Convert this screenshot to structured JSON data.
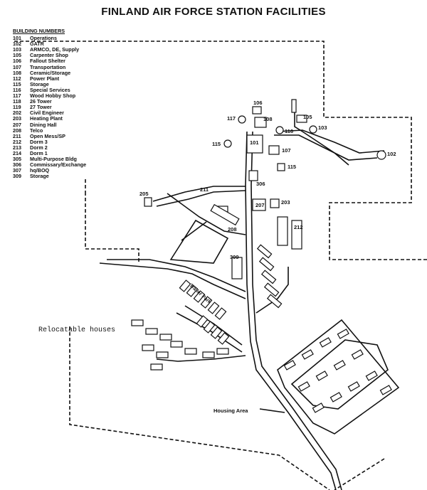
{
  "title": "FINLAND AIR FORCE STATION FACILITIES",
  "legend": {
    "heading": "BUILDING NUMBERS",
    "items": [
      {
        "num": "101",
        "name": "Operations"
      },
      {
        "num": "102",
        "name": "GATR"
      },
      {
        "num": "103",
        "name": "ARMCO, DE, Supply"
      },
      {
        "num": "105",
        "name": "Carpenter Shop"
      },
      {
        "num": "106",
        "name": "Fallout Shelter"
      },
      {
        "num": "107",
        "name": "Transportation"
      },
      {
        "num": "108",
        "name": "Ceramic/Storage"
      },
      {
        "num": "112",
        "name": "Power Plant"
      },
      {
        "num": "115",
        "name": "Storage"
      },
      {
        "num": "116",
        "name": "Special Services"
      },
      {
        "num": "117",
        "name": "Wood Hobby Shop"
      },
      {
        "num": "118",
        "name": "26 Tower"
      },
      {
        "num": "119",
        "name": "27 Tower"
      },
      {
        "num": "202",
        "name": "Civil Engineer"
      },
      {
        "num": "203",
        "name": "Heating Plant"
      },
      {
        "num": "207",
        "name": "Dining Hall"
      },
      {
        "num": "208",
        "name": "Telco"
      },
      {
        "num": "211",
        "name": "Open Mess/SP"
      },
      {
        "num": "212",
        "name": "Dorm 3"
      },
      {
        "num": "213",
        "name": "Dorm 2"
      },
      {
        "num": "214",
        "name": "Dorm 1"
      },
      {
        "num": "305",
        "name": "Multi-Purpose Bldg"
      },
      {
        "num": "306",
        "name": "Commissary/Exchange"
      },
      {
        "num": "307",
        "name": "hq/BOQ"
      },
      {
        "num": "309",
        "name": "Storage"
      }
    ]
  },
  "map_labels": {
    "b106": "106",
    "b108": "108",
    "b117": "117",
    "b116": "116",
    "b105": "105",
    "b103": "103",
    "b115a": "115",
    "b101": "101",
    "b107": "107",
    "b102": "102",
    "b115b": "115",
    "b306": "306",
    "b205": "205",
    "b207": "207",
    "b203": "203",
    "b211": "211",
    "b208": "208",
    "b212": "212",
    "b309": "309"
  },
  "relocatable_houses": "Relocatable houses",
  "housing_area": "Housing Area",
  "trailer_park": "Trailer Park"
}
